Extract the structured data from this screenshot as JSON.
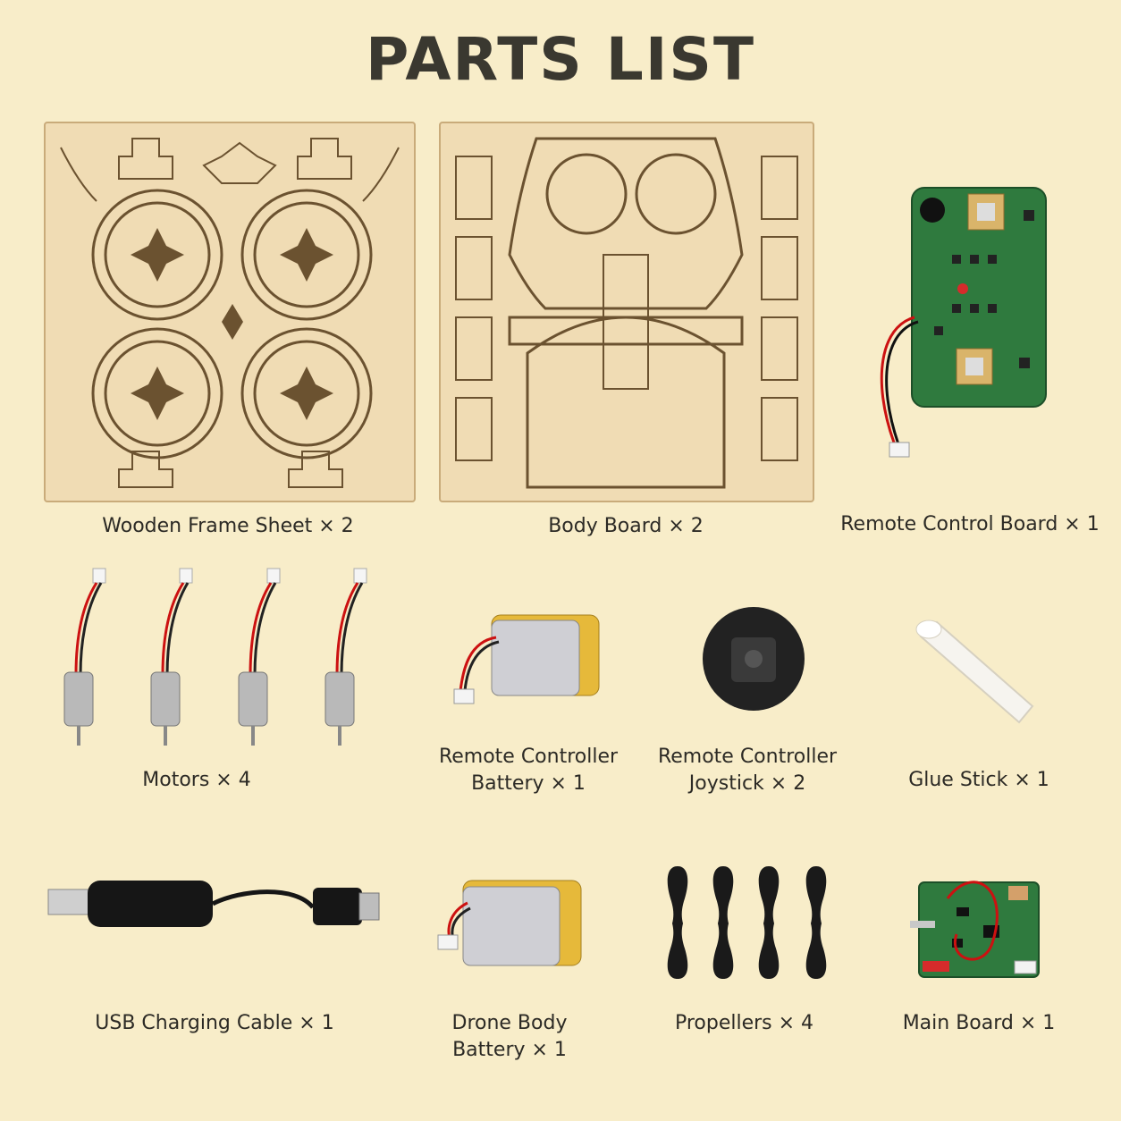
{
  "title": "PARTS LIST",
  "colors": {
    "background": "#f8edc9",
    "wood": "#f0dcb4",
    "pcb": "#2f7a3e",
    "battery": "#e6b93a"
  },
  "parts": [
    {
      "id": "wooden-frame-sheet",
      "label": "Wooden Frame Sheet × 2"
    },
    {
      "id": "body-board",
      "label": "Body Board × 2"
    },
    {
      "id": "remote-control-board",
      "label": "Remote Control Board × 1"
    },
    {
      "id": "motors",
      "label": "Motors × 4"
    },
    {
      "id": "remote-controller-battery",
      "label": "Remote Controller\nBattery × 1"
    },
    {
      "id": "remote-controller-joystick",
      "label": "Remote Controller\nJoystick × 2"
    },
    {
      "id": "glue-stick",
      "label": "Glue Stick × 1"
    },
    {
      "id": "usb-charging-cable",
      "label": "USB Charging Cable × 1"
    },
    {
      "id": "drone-body-battery",
      "label": "Drone Body\nBattery × 1"
    },
    {
      "id": "propellers",
      "label": "Propellers × 4"
    },
    {
      "id": "main-board",
      "label": "Main Board × 1"
    }
  ]
}
